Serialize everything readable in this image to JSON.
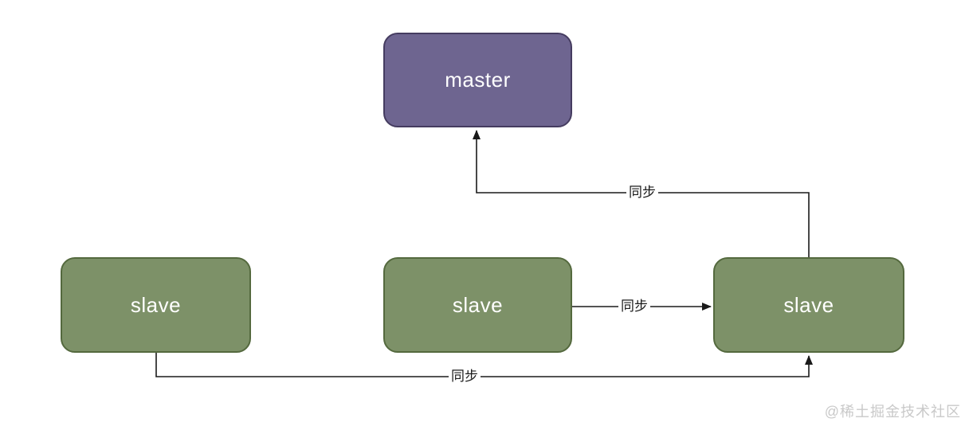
{
  "diagram": {
    "type": "flow-diagram",
    "topic": "master-slave replication chain",
    "nodes": [
      {
        "id": "master",
        "label": "master",
        "fill": "#6e6590",
        "border": "#453c60",
        "text_color": "#ffffff"
      },
      {
        "id": "slave-left",
        "label": "slave",
        "fill": "#7d9168",
        "border": "#54693e",
        "text_color": "#ffffff"
      },
      {
        "id": "slave-middle",
        "label": "slave",
        "fill": "#7d9168",
        "border": "#54693e",
        "text_color": "#ffffff"
      },
      {
        "id": "slave-right",
        "label": "slave",
        "fill": "#7d9168",
        "border": "#54693e",
        "text_color": "#ffffff"
      }
    ],
    "edges": [
      {
        "from": "slave-right",
        "to": "master",
        "label": "同步"
      },
      {
        "from": "slave-middle",
        "to": "slave-right",
        "label": "同步"
      },
      {
        "from": "slave-left",
        "to": "slave-right",
        "label": "同步"
      }
    ],
    "arrow_color": "#1a1a1a",
    "background_color": "#ffffff",
    "watermark": "@稀土掘金技术社区"
  }
}
